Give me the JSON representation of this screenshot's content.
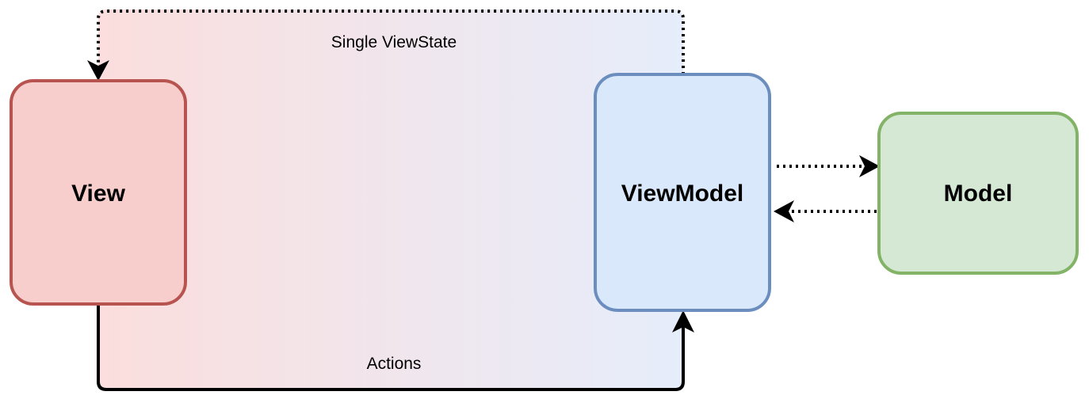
{
  "nodes": {
    "view": {
      "label": "View",
      "fill": "#f8cecc",
      "stroke": "#b85450"
    },
    "viewmodel": {
      "label": "ViewModel",
      "fill": "#dae8fc",
      "stroke": "#6c8ebf"
    },
    "model": {
      "label": "Model",
      "fill": "#d5e8d4",
      "stroke": "#82b366"
    }
  },
  "edges": {
    "single_viewstate": {
      "label": "Single ViewState",
      "style": "dotted"
    },
    "actions": {
      "label": "Actions",
      "style": "solid"
    },
    "viewmodel_to_model": {
      "label": "",
      "style": "dotted"
    },
    "model_to_viewmodel": {
      "label": "",
      "style": "dotted"
    }
  },
  "background": {
    "gradient_from": "#fbdedd",
    "gradient_to": "#e6edfb"
  }
}
